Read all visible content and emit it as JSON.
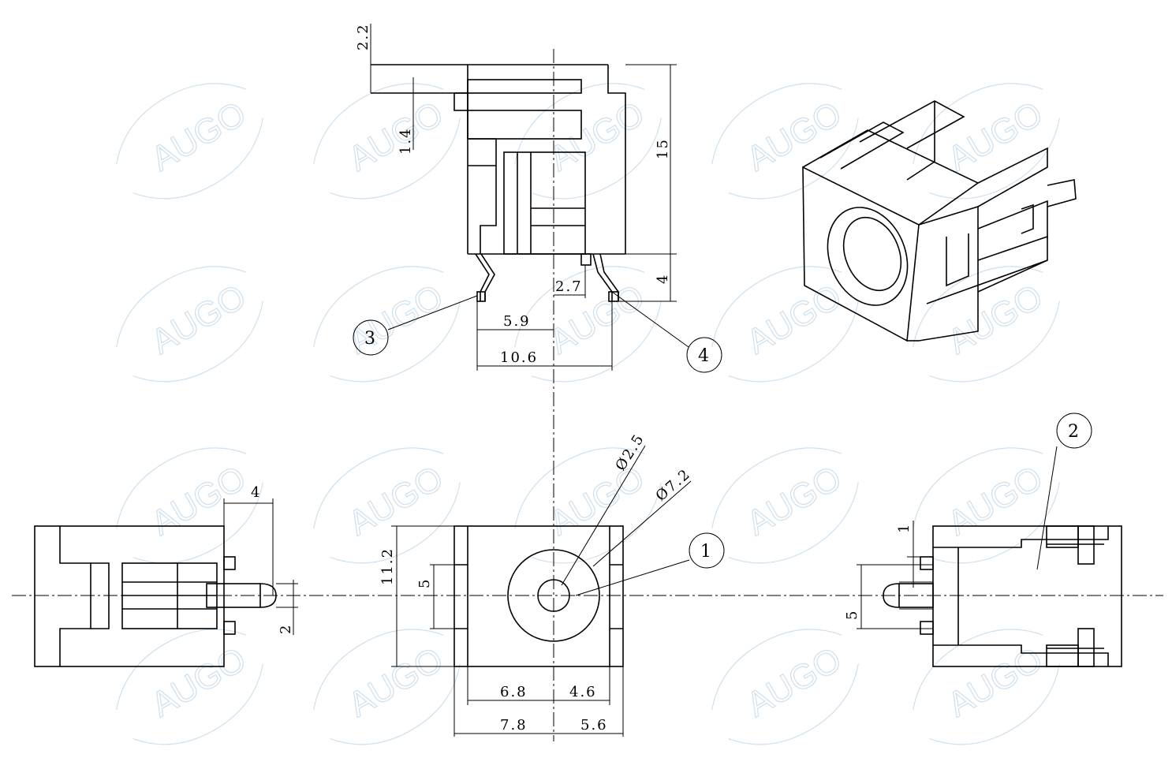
{
  "watermark": {
    "text": "AUGO",
    "color": "#cfe0ee"
  },
  "dimensions": {
    "top_offset": "2.2",
    "shell_step": "1.4",
    "body_height": "15",
    "pin_length": "4",
    "pin_offset": "2.7",
    "pin_pitch_inner": "5.9",
    "pin_pitch_outer": "10.6",
    "hole_dia": "Ø2.5",
    "face_dia": "Ø7.2",
    "front_height": "11.2",
    "front_window": "5",
    "front_left_inner": "6.8",
    "front_right_inner": "4.6",
    "front_left_outer": "7.8",
    "front_right_outer": "5.6",
    "left_tab_length": "4",
    "left_tab_width": "2",
    "right_step": "1",
    "right_window": "5"
  },
  "balloons": [
    "1",
    "2",
    "3",
    "4"
  ]
}
